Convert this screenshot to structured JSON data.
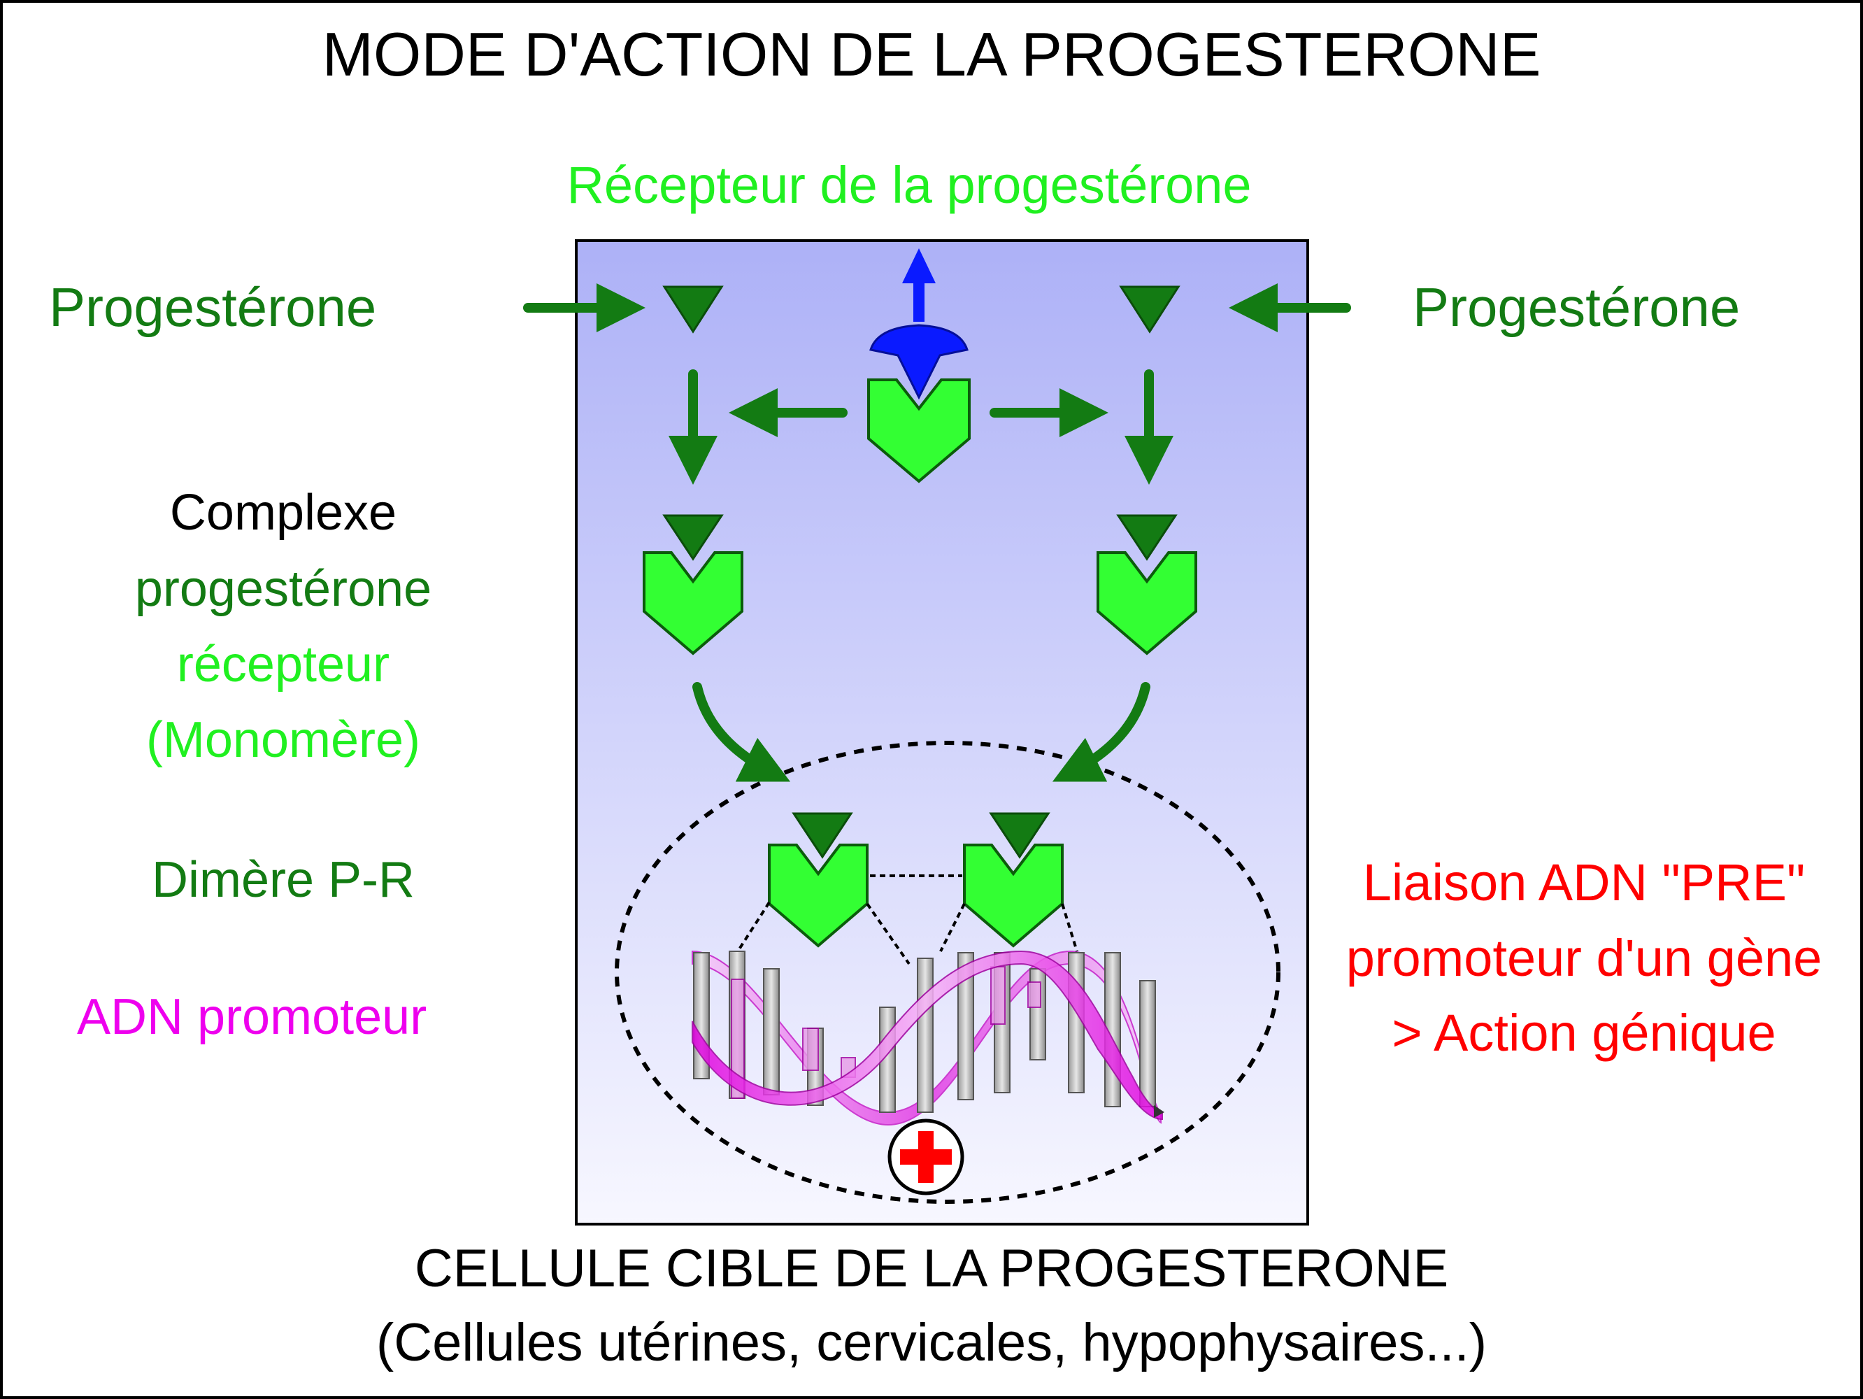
{
  "title": "MODE D'ACTION DE LA PROGESTERONE",
  "labels": {
    "receptor": "Récepteur de la progestérone",
    "progesterone_left": "Progestérone",
    "progesterone_right": "Progestérone",
    "complex_line1": "Complexe",
    "complex_line2": "progestérone",
    "complex_line3": "récepteur",
    "complex_line4": "(Monomère)",
    "dimer": "Dimère P-R",
    "dna_word": "ADN",
    "dna_promoter_word": "promoteur",
    "binding_line1": "Liaison ADN \"PRE\"",
    "binding_line2": "promoteur d'un gène",
    "binding_line3": "> Action génique"
  },
  "footer": {
    "cell_title": "CELLULE CIBLE DE LA PROGESTERONE",
    "cell_examples": "(Cellules utérines, cervicales, hypophysaires...)"
  },
  "colors": {
    "dark_green": "#137b13",
    "light_green": "#20f020",
    "hormone": "#1a7a1a",
    "receptor_fill": "#33ff33",
    "chaperone_blue": "#0a1aff",
    "magenta": "#ee00ee",
    "red": "#ff0000",
    "cell_gradient_top": "#adb1f7",
    "cell_gradient_bottom": "#f7f7ff"
  },
  "icons": {
    "stimulation": "plus-circle-icon"
  }
}
